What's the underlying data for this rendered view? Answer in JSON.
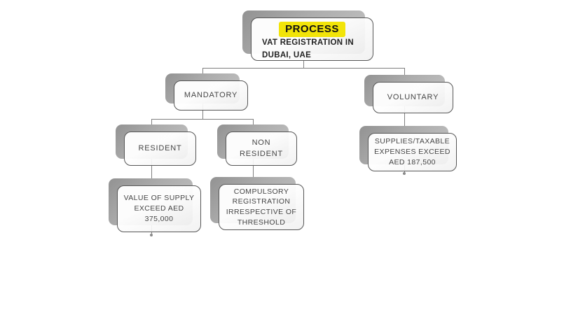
{
  "root": {
    "title": "PROCESS",
    "line1": "VAT REGISTRATION IN",
    "line2": "DUBAI, UAE"
  },
  "nodes": {
    "mandatory": {
      "label": "MANDATORY"
    },
    "voluntary": {
      "label": "VOLUNTARY"
    },
    "resident": {
      "label": "RESIDENT"
    },
    "non_resident": {
      "label": "NON RESIDENT"
    },
    "resident_detail": {
      "label": "VALUE OF SUPPLY EXCEED AED 375,000"
    },
    "non_resident_detail": {
      "label": "COMPULSORY REGISTRATION IRRESPECTIVE OF THRESHOLD"
    },
    "voluntary_detail": {
      "label": "SUPPLIES/TAXABLE EXPENSES EXCEED AED 187,500"
    }
  },
  "colors": {
    "highlight": "#F2E408",
    "connector": "#7F7F7F",
    "border": "#565656",
    "shadow": "#A9A9A9",
    "text": "#454545"
  }
}
